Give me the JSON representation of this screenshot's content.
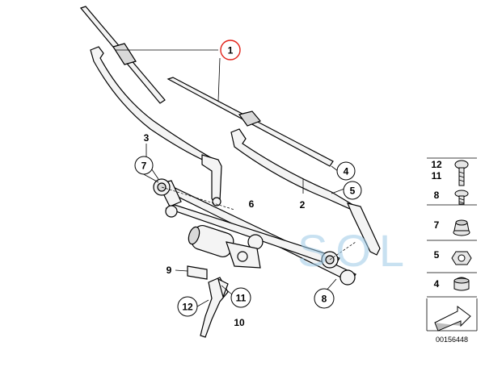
{
  "diagram": {
    "callouts": {
      "c1": "1",
      "c2": "2",
      "c3": "3",
      "c4": "4",
      "c5": "5",
      "c6": "6",
      "c7": "7",
      "c8": "8",
      "c9": "9",
      "c10": "10",
      "c11": "11",
      "c12": "12"
    },
    "watermark": "SOL",
    "highlight_color": "#e2231a",
    "watermark_color": "#9cc9e6"
  },
  "legend": {
    "items": [
      {
        "labels": [
          "12",
          "11"
        ],
        "icon": "screw-icon"
      },
      {
        "labels": [
          "8"
        ],
        "icon": "bolt-icon"
      },
      {
        "labels": [
          "7"
        ],
        "icon": "flange-nut-icon"
      },
      {
        "labels": [
          "5"
        ],
        "icon": "hex-nut-icon"
      },
      {
        "labels": [
          "4"
        ],
        "icon": "cap-icon"
      }
    ],
    "diagram_number": "00156448"
  }
}
